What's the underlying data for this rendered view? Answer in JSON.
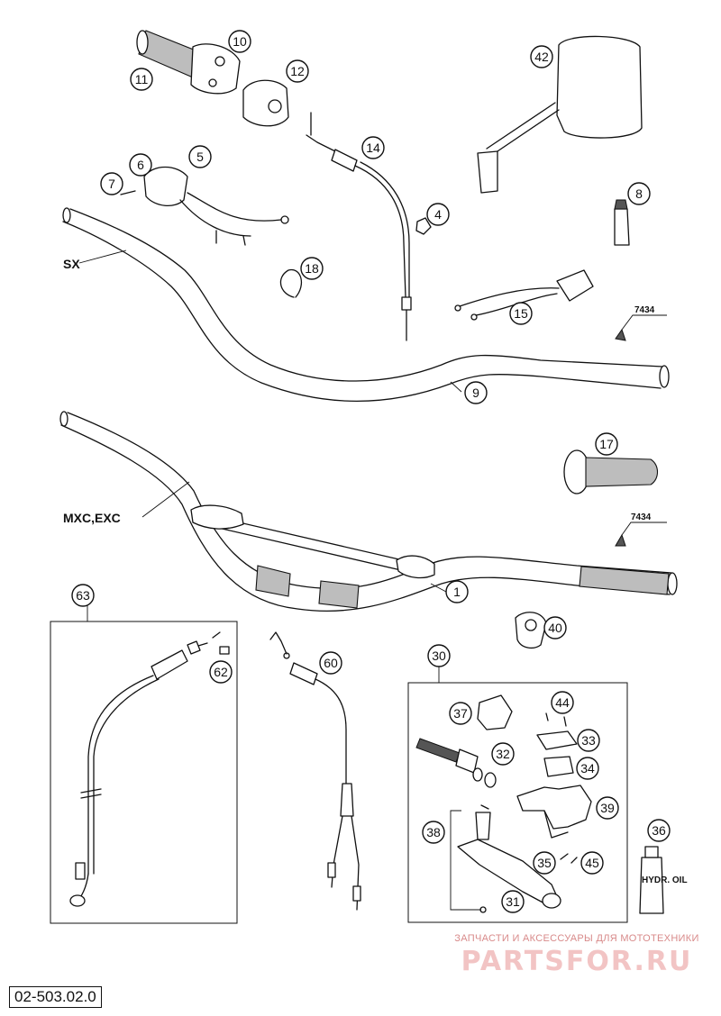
{
  "callouts": {
    "c1": "1",
    "c4": "4",
    "c5": "5",
    "c6": "6",
    "c7": "7",
    "c8": "8",
    "c9": "9",
    "c10": "10",
    "c11": "11",
    "c12": "12",
    "c14": "14",
    "c15": "15",
    "c17": "17",
    "c18": "18",
    "c30": "30",
    "c31": "31",
    "c32": "32",
    "c33": "33",
    "c34": "34",
    "c35": "35",
    "c36": "36",
    "c37": "37",
    "c38": "38",
    "c39": "39",
    "c40": "40",
    "c42": "42",
    "c44": "44",
    "c45": "45",
    "c60": "60",
    "c62": "62",
    "c63": "63"
  },
  "labels": {
    "sx": "SX",
    "mxc_exc": "MXC,EXC",
    "ref_top": "7434",
    "ref_bottom": "7434",
    "bottle": "HYDR. OIL"
  },
  "drawing_number": "02-503.02.0",
  "watermark": {
    "caption": "ЗАПЧАСТИ И АКСЕССУАРЫ ДЛЯ МОТОТЕХНИКИ",
    "logo": "PARTSFOR.RU"
  }
}
